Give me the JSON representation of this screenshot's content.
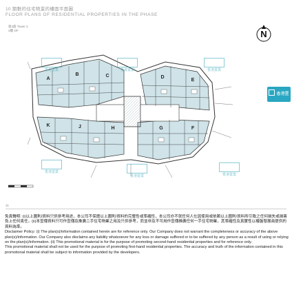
{
  "header": {
    "title_cn": "10 期數的住宅物業的樓面平面圖",
    "title_en": "FLOOR PLANS OF RESIDENTIAL PROPERTIES IN THE PHASE",
    "tower": "第3座 Tower 3",
    "floor": "4樓 4/F"
  },
  "north": {
    "label": "N"
  },
  "plan": {
    "units": [
      "A",
      "B",
      "C",
      "D",
      "E",
      "F",
      "G",
      "H",
      "J",
      "K"
    ]
  },
  "badge": {
    "label": "香港置業"
  },
  "watermark": {
    "label": "香港置業"
  },
  "footer": {
    "page_number": "31"
  },
  "disclaimer": {
    "cn": "免責聲明: (i)以上圖則/資料只供參考用途，本公司不保證以上圖則/資料的完整性或準確性，本公司亦不就任何人仕因使用或依賴以上圖則/資料所引致之任何損失或損害負上任何責任。(ii)本宣傳資料只可作宣傳及推廣二手住宅物業之用及只供參考，而並非及不可用作宣傳推廣任何一手住宅物業，其準確性及真實性以樓盤發展商提供的資料為準。",
    "en1": "Disclaimer Policy: (i) The plan(s)/information contained herein are for reference only. Our Company does not warrant the completeness or accuracy of the above plan(s)/information. Our Company also disclaims any liability whatsoever for any loss or damage suffered or to be suffered by any person as a result of using or relying on the plan(s)/information. (ii) This promotional material is for the purpose of promoting second-hand residential properties and for reference only.",
    "en2": "This promotional material shall not be used for the purpose of promoting first-hand residential properties. The accuracy and truth of the information contained in this promotional material shall be subject to information provided by the developers."
  },
  "colors": {
    "accent": "#2aa7c2",
    "plan_fill": "#cfe3e8",
    "line": "#333333"
  }
}
